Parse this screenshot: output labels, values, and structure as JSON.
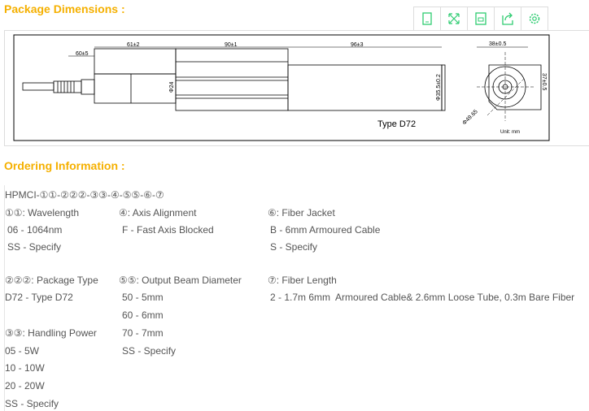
{
  "package_title": "Package Dimensions :",
  "toolbar": [
    {
      "icon": "mobile-icon"
    },
    {
      "icon": "expand-icon"
    },
    {
      "icon": "save-icon"
    },
    {
      "icon": "share-icon"
    },
    {
      "icon": "gear-icon"
    }
  ],
  "drawing": {
    "dims": [
      "60±5",
      "61±2",
      "90±1",
      "96±3",
      "38±0.5",
      "37±0.5",
      "Φ24",
      "Φ35.5±0.2",
      "Φ49.65"
    ],
    "type_label": "Type D72",
    "unit": "Unit: mm"
  },
  "ordering_title": "Ordering Information :",
  "part_code": "HPMCI-①①-②②②-③③-④-⑤⑤-⑥-⑦",
  "col1": [
    "①①: Wavelength",
    "06 - 1064nm",
    "SS - Specify",
    "②②②: Package Type",
    "D72 - Type D72",
    "③③: Handling Power",
    "05 - 5W",
    "10 - 10W",
    "20 - 20W",
    "SS - Specify"
  ],
  "col2": [
    "④: Axis Alignment",
    "F - Fast Axis Blocked",
    "⑤⑤: Output Beam Diameter",
    "50 - 5mm",
    "60 - 6mm",
    "70 - 7mm",
    "SS - Specify"
  ],
  "col3": [
    "⑥: Fiber Jacket",
    "B - 6mm Armoured Cable",
    "S - Specify",
    "⑦: Fiber Length",
    "2 - 1.7m 6mm  Armoured Cable& 2.6mm Loose Tube, 0.3m Bare Fiber"
  ]
}
